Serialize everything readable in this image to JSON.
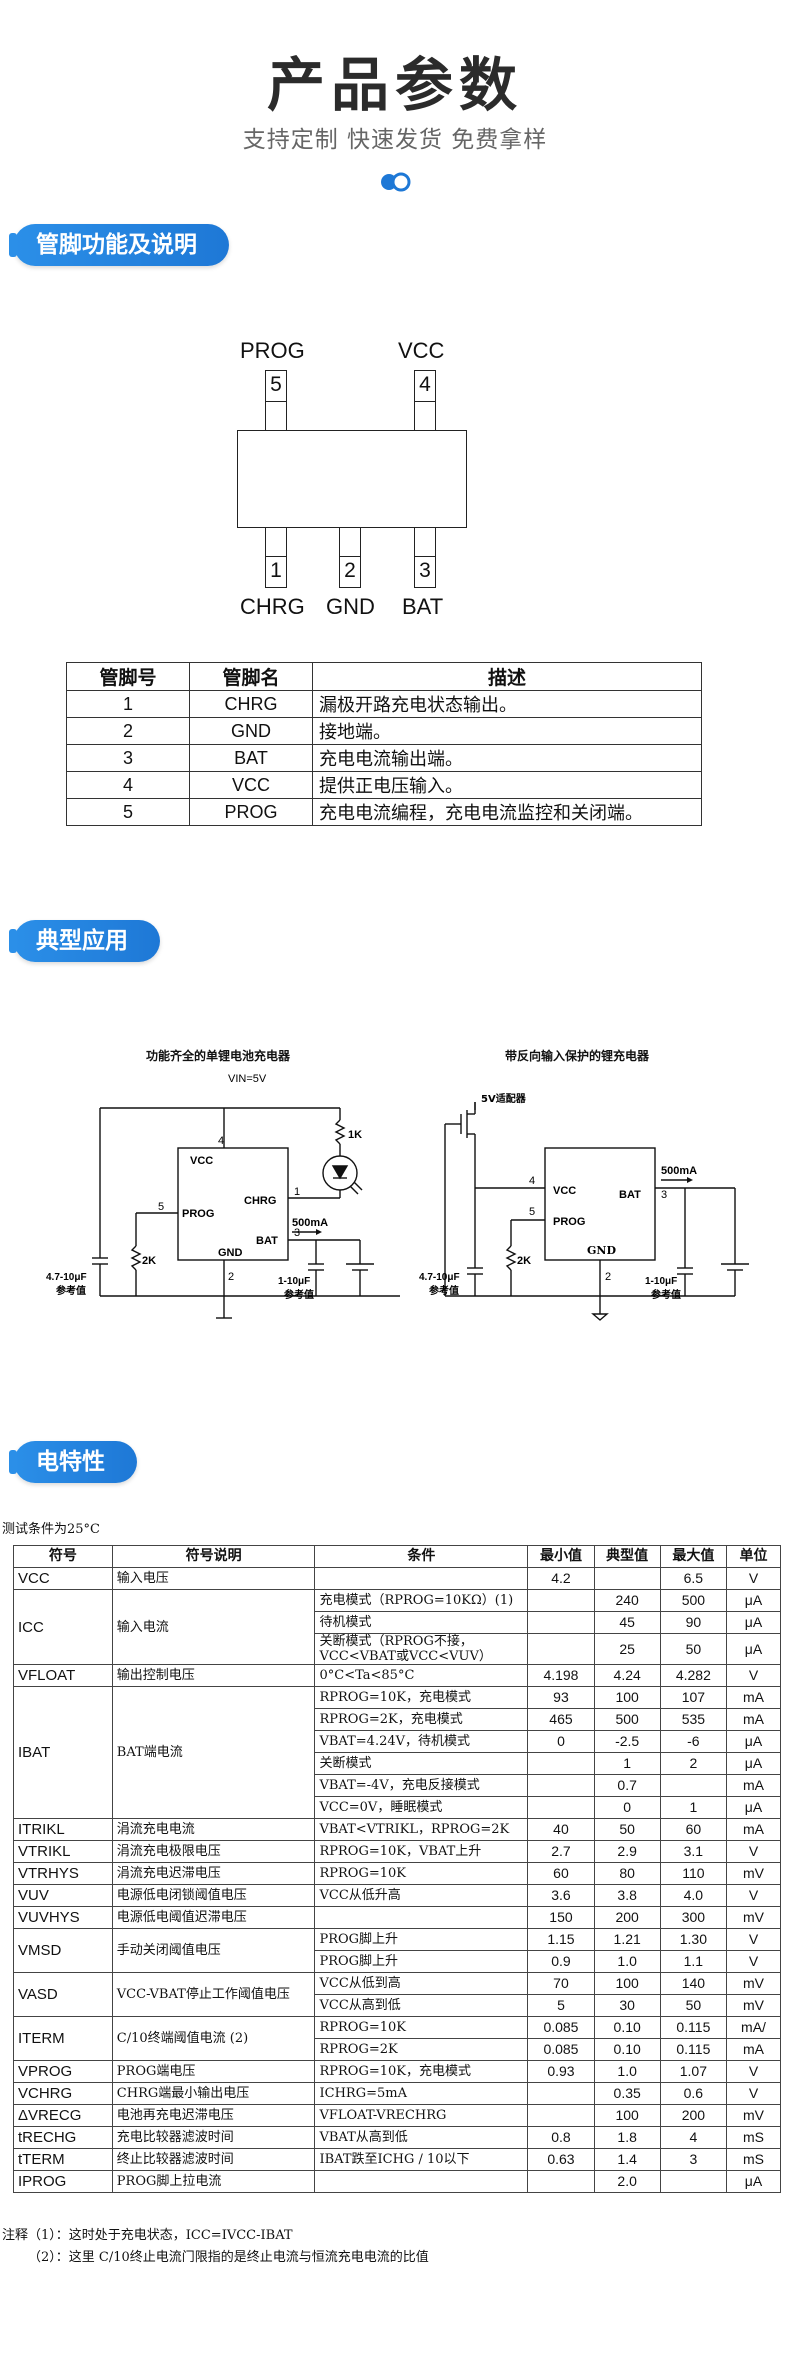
{
  "header": {
    "title": "产品参数",
    "subtitle": "支持定制 快速发货 免费拿样"
  },
  "sections": {
    "pins": "管脚功能及说明",
    "app": "典型应用",
    "elec": "电特性"
  },
  "package": {
    "top_pins": [
      {
        "label": "PROG",
        "num": "5"
      },
      {
        "label": "VCC",
        "num": "4"
      }
    ],
    "bottom_pins": [
      {
        "label": "CHRG",
        "num": "1"
      },
      {
        "label": "GND",
        "num": "2"
      },
      {
        "label": "BAT",
        "num": "3"
      }
    ]
  },
  "pin_table": {
    "headers": [
      "管脚号",
      "管脚名",
      "描述"
    ],
    "rows": [
      [
        "1",
        "CHRG",
        "漏极开路充电状态输出。"
      ],
      [
        "2",
        "GND",
        "接地端。"
      ],
      [
        "3",
        "BAT",
        "充电电流输出端。"
      ],
      [
        "4",
        "VCC",
        "提供正电压输入。"
      ],
      [
        "5",
        "PROG",
        "充电电流编程，充电电流监控和关闭端。"
      ]
    ]
  },
  "app": {
    "left_title": "功能齐全的单锂电池充电器",
    "right_title": "带反向输入保护的锂充电器",
    "left": {
      "vin": "VIN=5V",
      "r1": "1K",
      "vcc": "VCC",
      "chrg": "CHRG",
      "prog": "PROG",
      "bat": "BAT",
      "gnd": "GND",
      "p4": "4",
      "p1": "1",
      "p5": "5",
      "p3": "3",
      "p2": "2",
      "cur": "500mA",
      "r2": "2K",
      "cin": "4.7-10μF",
      "cin2": "参考值",
      "cout": "1-10μF",
      "cout2": "参考值"
    },
    "right": {
      "adapter": "5V适配器",
      "vcc": "VCC",
      "prog": "PROG",
      "bat": "BAT",
      "gnd": "GND",
      "p4": "4",
      "p5": "5",
      "p3": "3",
      "p2": "2",
      "cur": "500mA",
      "r2": "2K",
      "cin": "4.7-10μF",
      "cin2": "参考值",
      "cout": "1-10μF",
      "cout2": "参考值"
    }
  },
  "elec": {
    "test_condition": "测试条件为25°C",
    "headers": [
      "符号",
      "符号说明",
      "条件",
      "最小值",
      "典型值",
      "最大值",
      "单位"
    ],
    "rows": [
      {
        "sym": "VCC",
        "desc": "输入电压",
        "conds": [
          {
            "c": "",
            "min": "4.2",
            "typ": "",
            "max": "6.5",
            "unit": "V"
          }
        ]
      },
      {
        "sym": "ICC",
        "desc": "输入电流",
        "conds": [
          {
            "c": "充电模式（RPROG=10KΩ）(1)",
            "min": "",
            "typ": "240",
            "max": "500",
            "unit": "μA"
          },
          {
            "c": "待机模式",
            "min": "",
            "typ": "45",
            "max": "90",
            "unit": "μA"
          },
          {
            "c": "关断模式（RPROG不接，VCC<VBAT或VCC<VUV）",
            "min": "",
            "typ": "25",
            "max": "50",
            "unit": "μA"
          }
        ]
      },
      {
        "sym": "VFLOAT",
        "desc": "输出控制电压",
        "conds": [
          {
            "c": "0°C<Ta<85°C",
            "min": "4.198",
            "typ": "4.24",
            "max": "4.282",
            "unit": "V"
          }
        ]
      },
      {
        "sym": "IBAT",
        "desc": "BAT端电流",
        "conds": [
          {
            "c": "RPROG=10K，充电模式",
            "min": "93",
            "typ": "100",
            "max": "107",
            "unit": "mA"
          },
          {
            "c": "RPROG=2K，充电模式",
            "min": "465",
            "typ": "500",
            "max": "535",
            "unit": "mA"
          },
          {
            "c": "VBAT=4.24V，待机模式",
            "min": "0",
            "typ": "-2.5",
            "max": "-6",
            "unit": "μA"
          },
          {
            "c": "关断模式",
            "min": "",
            "typ": "1",
            "max": "2",
            "unit": "μA"
          },
          {
            "c": "VBAT=-4V，充电反接模式",
            "min": "",
            "typ": "0.7",
            "max": "",
            "unit": "mA"
          },
          {
            "c": "VCC=0V，睡眠模式",
            "min": "",
            "typ": "0",
            "max": "1",
            "unit": "μA"
          }
        ]
      },
      {
        "sym": "ITRIKL",
        "desc": "涓流充电电流",
        "conds": [
          {
            "c": "VBAT<VTRIKL，RPROG=2K",
            "min": "40",
            "typ": "50",
            "max": "60",
            "unit": "mA"
          }
        ]
      },
      {
        "sym": "VTRIKL",
        "desc": "涓流充电极限电压",
        "conds": [
          {
            "c": "RPROG=10K，VBAT上升",
            "min": "2.7",
            "typ": "2.9",
            "max": "3.1",
            "unit": "V"
          }
        ]
      },
      {
        "sym": "VTRHYS",
        "desc": "涓流充电迟滞电压",
        "conds": [
          {
            "c": "RPROG=10K",
            "min": "60",
            "typ": "80",
            "max": "110",
            "unit": "mV"
          }
        ]
      },
      {
        "sym": "VUV",
        "desc": "电源低电闭锁阈值电压",
        "conds": [
          {
            "c": "VCC从低升高",
            "min": "3.6",
            "typ": "3.8",
            "max": "4.0",
            "unit": "V"
          }
        ]
      },
      {
        "sym": "VUVHYS",
        "desc": "电源低电阈值迟滞电压",
        "conds": [
          {
            "c": "",
            "min": "150",
            "typ": "200",
            "max": "300",
            "unit": "mV"
          }
        ]
      },
      {
        "sym": "VMSD",
        "desc": "手动关闭阈值电压",
        "conds": [
          {
            "c": "PROG脚上升",
            "min": "1.15",
            "typ": "1.21",
            "max": "1.30",
            "unit": "V"
          },
          {
            "c": "PROG脚上升",
            "min": "0.9",
            "typ": "1.0",
            "max": "1.1",
            "unit": "V"
          }
        ]
      },
      {
        "sym": "VASD",
        "desc": "VCC-VBAT停止工作阈值电压",
        "conds": [
          {
            "c": "VCC从低到高",
            "min": "70",
            "typ": "100",
            "max": "140",
            "unit": "mV"
          },
          {
            "c": "VCC从高到低",
            "min": "5",
            "typ": "30",
            "max": "50",
            "unit": "mV"
          }
        ]
      },
      {
        "sym": "ITERM",
        "desc": "C/10终端阈值电流 (2)",
        "conds": [
          {
            "c": "RPROG=10K",
            "min": "0.085",
            "typ": "0.10",
            "max": "0.115",
            "unit": "mA/"
          },
          {
            "c": "RPROG=2K",
            "min": "0.085",
            "typ": "0.10",
            "max": "0.115",
            "unit": "mA"
          }
        ]
      },
      {
        "sym": "VPROG",
        "desc": "PROG端电压",
        "conds": [
          {
            "c": "RPROG=10K，充电模式",
            "min": "0.93",
            "typ": "1.0",
            "max": "1.07",
            "unit": "V"
          }
        ]
      },
      {
        "sym": "VCHRG",
        "desc": "CHRG端最小输出电压",
        "conds": [
          {
            "c": "ICHRG=5mA",
            "min": "",
            "typ": "0.35",
            "max": "0.6",
            "unit": "V"
          }
        ]
      },
      {
        "sym": "ΔVRECG",
        "desc": "电池再充电迟滞电压",
        "conds": [
          {
            "c": "VFLOAT-VRECHRG",
            "min": "",
            "typ": "100",
            "max": "200",
            "unit": "mV"
          }
        ]
      },
      {
        "sym": "tRECHG",
        "desc": "充电比较器滤波时间",
        "conds": [
          {
            "c": "VBAT从高到低",
            "min": "0.8",
            "typ": "1.8",
            "max": "4",
            "unit": "mS"
          }
        ]
      },
      {
        "sym": "tTERM",
        "desc": "终止比较器滤波时间",
        "conds": [
          {
            "c": "IBAT跌至ICHG / 10以下",
            "min": "0.63",
            "typ": "1.4",
            "max": "3",
            "unit": "mS"
          }
        ]
      },
      {
        "sym": "IPROG",
        "desc": "PROG脚上拉电流",
        "conds": [
          {
            "c": "",
            "min": "",
            "typ": "2.0",
            "max": "",
            "unit": "μA"
          }
        ]
      }
    ],
    "notes": [
      "注释（1）：这时处于充电状态，ICC=IVCC-IBAT",
      "（2）：这里 C/10终止电流门限指的是终止电流与恒流充电电流的比值"
    ]
  },
  "colors": {
    "accent": "#1e78d6",
    "title": "#2b2b2b"
  }
}
